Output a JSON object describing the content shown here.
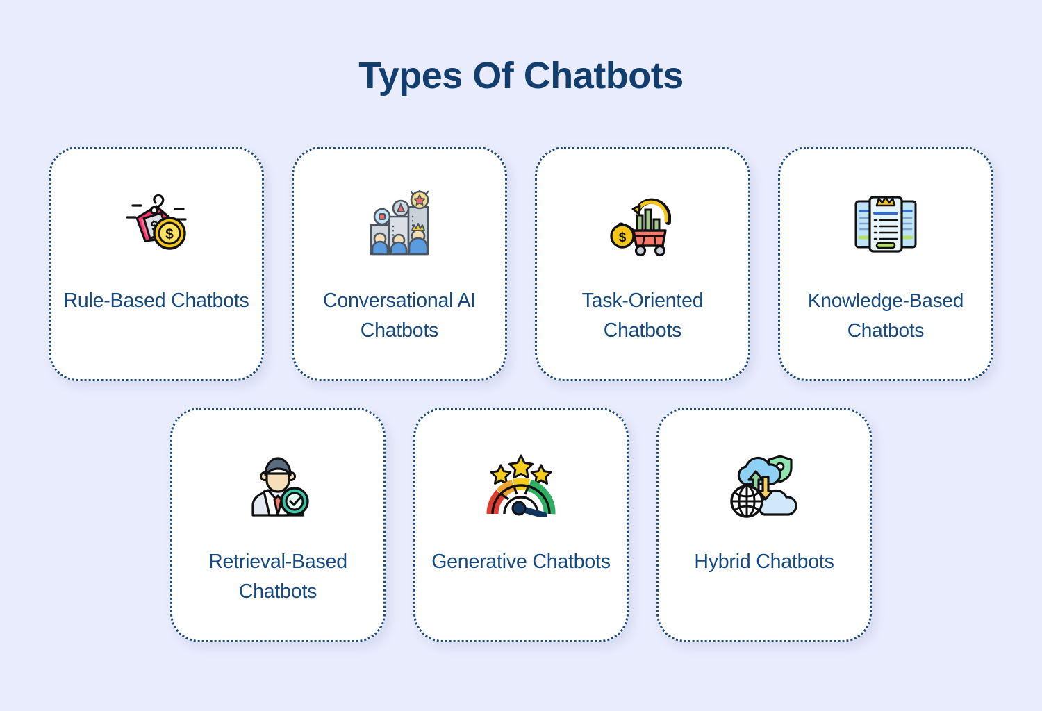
{
  "page": {
    "title": "Types Of Chatbots",
    "background_color": "#e9ecfd",
    "title_color": "#123e6e",
    "card_background": "#ffffff",
    "card_border_color": "#1b4b80",
    "label_color": "#15497f"
  },
  "cards": [
    {
      "id": "rule-based",
      "label": "Rule-Based Chatbots",
      "icon": "price-tag-coin-icon",
      "row": 1,
      "colors": {
        "tag": "#f4376d",
        "tag_light": "#ff6f95",
        "coin": "#f5c61a",
        "coin_light": "#ffe15c",
        "paper": "#d9dde3"
      }
    },
    {
      "id": "conversational-ai",
      "label": "Conversational AI Chatbots",
      "icon": "podium-people-ranking-icon",
      "row": 1,
      "colors": {
        "podium": "#c9d1d9",
        "person": "#5b9ce0",
        "skin": "#f6dfb8",
        "badge": "#f5c61a",
        "star": "#f06a6a"
      }
    },
    {
      "id": "task-oriented",
      "label": "Task-Oriented Chatbots",
      "icon": "shopping-cart-chart-coin-icon",
      "row": 1,
      "colors": {
        "cart": "#f4796b",
        "bars": "#9ecb8c",
        "coin": "#f5c61a",
        "arrow": "#f5c61a"
      }
    },
    {
      "id": "knowledge-based",
      "label": "Knowledge-Based Chatbots",
      "icon": "documents-crown-icon",
      "row": 1,
      "colors": {
        "page": "#e8f5fc",
        "page_back": "#bfe4f7",
        "crown": "#f5c61a",
        "line": "#2f6fd0",
        "line_green": "#b6e06a"
      }
    },
    {
      "id": "retrieval-based",
      "label": "Retrieval-Based Chatbots",
      "icon": "verified-businessman-icon",
      "row": 2,
      "colors": {
        "hair": "#5b6b7e",
        "skin": "#f6dfb8",
        "shirt": "#ffffff",
        "tie": "#f4796b",
        "check": "#3bc6a5"
      }
    },
    {
      "id": "generative",
      "label": "Generative Chatbots",
      "icon": "gauge-stars-icon",
      "row": 2,
      "colors": {
        "red": "#e03b2f",
        "orange": "#f0a22e",
        "yellow": "#f5cd1a",
        "green": "#2eaf63",
        "needle": "#12355e",
        "star": "#f5c61a"
      }
    },
    {
      "id": "hybrid",
      "label": "Hybrid Chatbots",
      "icon": "cloud-globe-shield-icon",
      "row": 2,
      "colors": {
        "cloud_dark": "#8fd0f5",
        "cloud_light": "#cfe8fa",
        "arrow_up": "#8fd6a2",
        "arrow_down": "#f5cd5a",
        "shield": "#8fe6b0",
        "globe": "#1a1a1a"
      }
    }
  ]
}
